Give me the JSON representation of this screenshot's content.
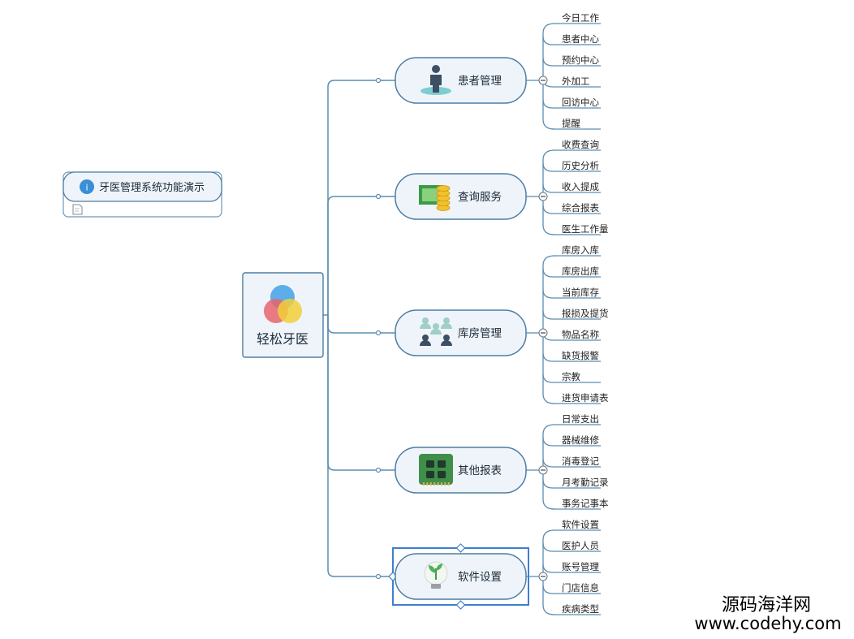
{
  "root": {
    "label": "轻松牙医"
  },
  "note": {
    "title": "牙医管理系统功能演示",
    "info_glyph": "i"
  },
  "branches": [
    {
      "label": "患者管理",
      "icon": "person-icon",
      "leaves": [
        "今日工作",
        "患者中心",
        "预约中心",
        "外加工",
        "回访中心",
        "提醒"
      ]
    },
    {
      "label": "查询服务",
      "icon": "money-coins-icon",
      "leaves": [
        "收费查询",
        "历史分析",
        "收入提成",
        "综合报表",
        "医生工作量"
      ]
    },
    {
      "label": "库房管理",
      "icon": "people-group-icon",
      "leaves": [
        "库房入库",
        "库房出库",
        "当前库存",
        "报损及提货",
        "物品名称",
        "缺货报警",
        "宗教",
        "进货申请表"
      ]
    },
    {
      "label": "其他报表",
      "icon": "circuit-board-icon",
      "leaves": [
        "日常支出",
        "器械维修",
        "消毒登记",
        "月考勤记录",
        "事务记事本"
      ]
    },
    {
      "label": "软件设置",
      "icon": "bulb-plant-icon",
      "selected": true,
      "leaves": [
        "软件设置",
        "医护人员",
        "账号管理",
        "门店信息",
        "疾病类型"
      ]
    }
  ],
  "watermark": {
    "line1": "源码海洋网",
    "line2": "www.codehy.com"
  },
  "colors": {
    "line": "#5b8db0",
    "node_fill": "#eef4fa",
    "node_stroke": "#4d7da3",
    "selection": "#3f7fd0"
  }
}
